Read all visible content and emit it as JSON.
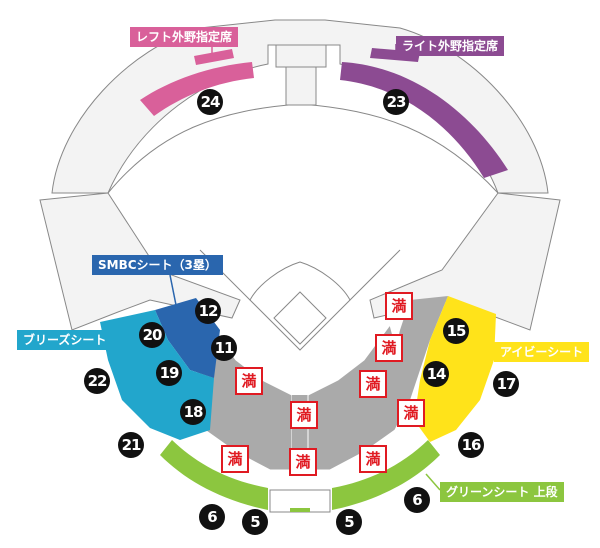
{
  "colors": {
    "left_outfield": "#d9609a",
    "right_outfield": "#8c4b92",
    "smbc": "#2a66ae",
    "breeze": "#22a6cc",
    "ivy": "#ffe31a",
    "green": "#8cc63f",
    "gray_seat": "#aaaaaa",
    "full_border": "#e01a22"
  },
  "labels": {
    "left_outfield": "レフト外野指定席",
    "right_outfield": "ライト外野指定席",
    "smbc": "SMBCシート（3塁）",
    "breeze": "ブリーズシート",
    "ivy": "アイビーシート",
    "green": "グリーンシート 上段"
  },
  "sections": [
    "24",
    "23",
    "12",
    "20",
    "11",
    "19",
    "22",
    "18",
    "21",
    "6",
    "5",
    "5",
    "6",
    "15",
    "14",
    "17",
    "16"
  ],
  "full_mark": "満"
}
